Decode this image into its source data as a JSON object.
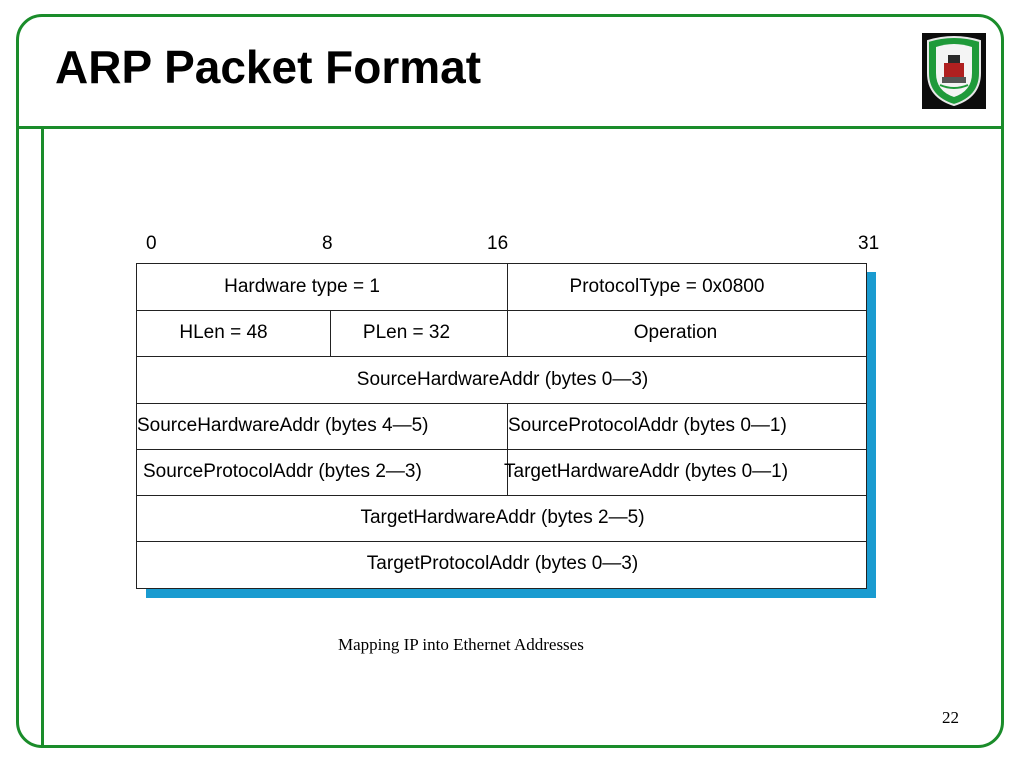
{
  "slide": {
    "title": "ARP Packet Format",
    "caption": "Mapping IP  into Ethernet Addresses",
    "page_number": "22",
    "logo_icon": "university-crest-icon",
    "colors": {
      "frame": "#1a8c2a",
      "shadow": "#1a9bd0"
    }
  },
  "bit_scale": [
    "0",
    "8",
    "16",
    "31"
  ],
  "packet": {
    "row1": {
      "hardware_type": "Hardware type = 1",
      "protocol_type": "ProtocolType = 0x0800"
    },
    "row2": {
      "hlen": "HLen = 48",
      "plen": "PLen = 32",
      "operation": "Operation"
    },
    "row3": {
      "source_hw_0_3": "SourceHardwareAddr (bytes 0—3)"
    },
    "row4": {
      "source_hw_4_5": "SourceHardwareAddr (bytes 4—5)",
      "source_proto_0_1": "SourceProtocolAddr (bytes 0—1)"
    },
    "row5": {
      "source_proto_2_3": "SourceProtocolAddr (bytes 2—3)",
      "target_hw_0_1": "TargetHardwareAddr (bytes 0—1)"
    },
    "row6": {
      "target_hw_2_5": "TargetHardwareAddr (bytes 2—5)"
    },
    "row7": {
      "target_proto_0_3": "TargetProtocolAddr (bytes 0—3)"
    }
  }
}
